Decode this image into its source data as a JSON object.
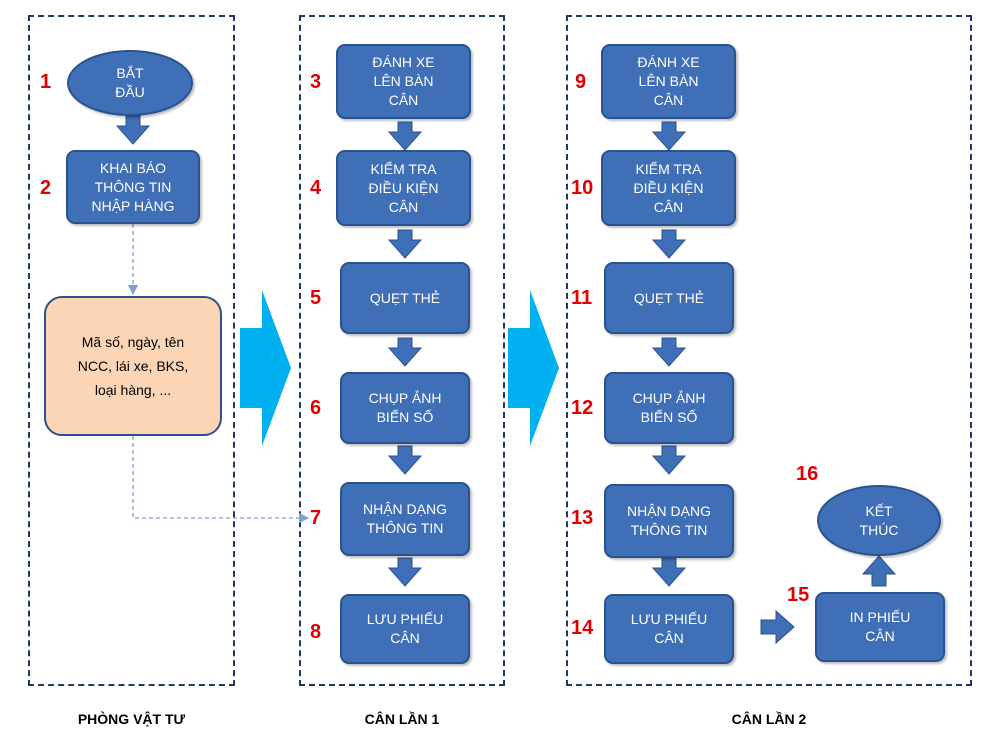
{
  "lanes": {
    "phong_vat_tu": "PHÒNG VẬT TƯ",
    "can_lan_1": "CÂN LẦN 1",
    "can_lan_2": "CÂN LẦN 2"
  },
  "lane1": {
    "start": {
      "num": "1",
      "label": "BẮT\nĐẦU"
    },
    "declare": {
      "num": "2",
      "label": "KHAI BÁO\nTHÔNG TIN\nNHẬP HÀNG"
    },
    "note": "Mã số, ngày, tên\nNCC, lái xe, BKS,\nloại hàng, ..."
  },
  "lane2": {
    "steps": [
      {
        "num": "3",
        "label": "ĐÁNH XE\nLÊN BÀN\nCÂN"
      },
      {
        "num": "4",
        "label": "KIỂM TRA\nĐIỀU KIỆN\nCÂN"
      },
      {
        "num": "5",
        "label": "QUẸT THẺ"
      },
      {
        "num": "6",
        "label": "CHỤP ẢNH\nBIỂN SỐ"
      },
      {
        "num": "7",
        "label": "NHẬN DẠNG\nTHÔNG TIN"
      },
      {
        "num": "8",
        "label": "LƯU PHIẾU\nCÂN"
      }
    ]
  },
  "lane3": {
    "steps": [
      {
        "num": "9",
        "label": "ĐÁNH XE\nLÊN BÀN\nCÂN"
      },
      {
        "num": "10",
        "label": "KIỂM TRA\nĐIỀU KIỆN\nCÂN"
      },
      {
        "num": "11",
        "label": "QUẸT THẺ"
      },
      {
        "num": "12",
        "label": "CHỤP ẢNH\nBIỂN SỐ"
      },
      {
        "num": "13",
        "label": "NHẬN DẠNG\nTHÔNG TIN"
      },
      {
        "num": "14",
        "label": "LƯU PHIẾU\nCÂN"
      }
    ],
    "print": {
      "num": "15",
      "label": "IN PHIẾU\nCÂN"
    },
    "end": {
      "num": "16",
      "label": "KẾT\nTHÚC"
    }
  },
  "colors": {
    "box_fill": "#3f6fb6",
    "box_border": "#2a528f",
    "note_fill": "#fbd5b5",
    "big_arrow": "#00b0f0",
    "step_number": "#e00000",
    "lane_border": "#1f3864"
  }
}
